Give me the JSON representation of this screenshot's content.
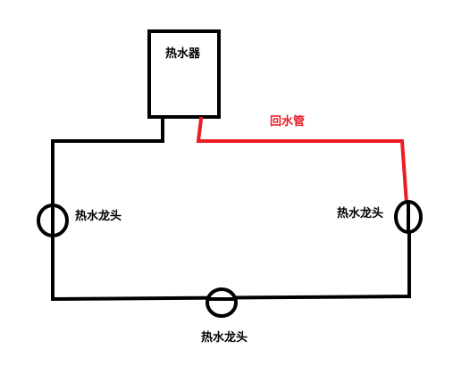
{
  "labels": {
    "heater": "热水器",
    "return_pipe": "回水管",
    "tap_left": "热水龙头",
    "tap_right": "热水龙头",
    "tap_bottom": "热水龙头"
  },
  "colors": {
    "pipe": "#000000",
    "return_pipe": "#ed1c24",
    "background": "#ffffff"
  }
}
